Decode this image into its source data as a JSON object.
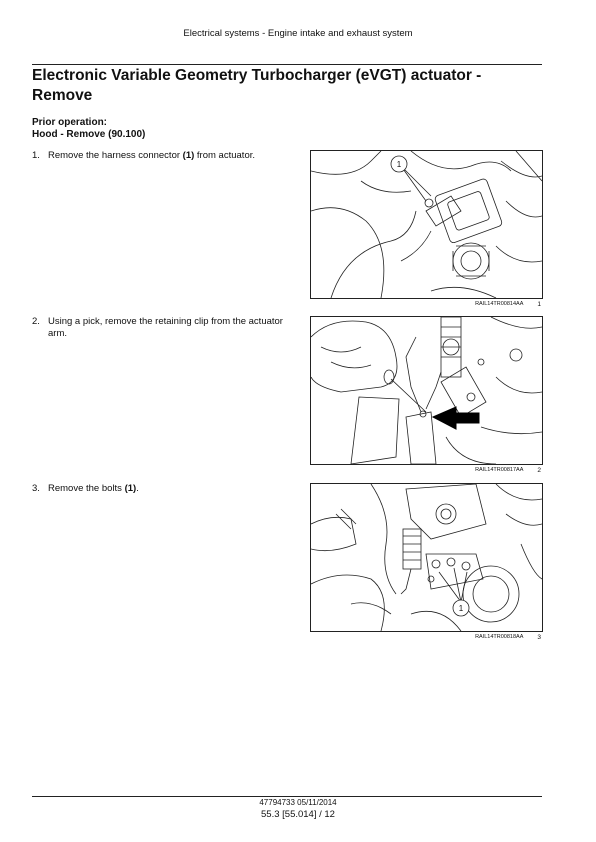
{
  "header": {
    "section": "Electrical systems - Engine intake and exhaust system"
  },
  "title": {
    "line1": "Electronic Variable Geometry Turbocharger (eVGT) actuator -",
    "line2": "Remove"
  },
  "prior_operation": {
    "label": "Prior operation:",
    "value": "Hood - Remove (90.100)"
  },
  "steps": [
    {
      "num": "1.",
      "pre": "Remove the harness connector ",
      "bold": "(1)",
      "post": " from actuator."
    },
    {
      "num": "2.",
      "pre": "Using a pick, remove the retaining clip from the actuator arm.",
      "bold": "",
      "post": ""
    },
    {
      "num": "3.",
      "pre": "Remove the bolts ",
      "bold": "(1)",
      "post": "."
    }
  ],
  "figures": [
    {
      "ref": "RAIL14TR00814AA",
      "num": "1",
      "callout": "1"
    },
    {
      "ref": "RAIL14TR00817AA",
      "num": "2"
    },
    {
      "ref": "RAIL14TR00818AA",
      "num": "3",
      "callout": "1"
    }
  ],
  "footer": {
    "doc": "47794733 05/11/2014",
    "page": "55.3 [55.014] / 12"
  }
}
